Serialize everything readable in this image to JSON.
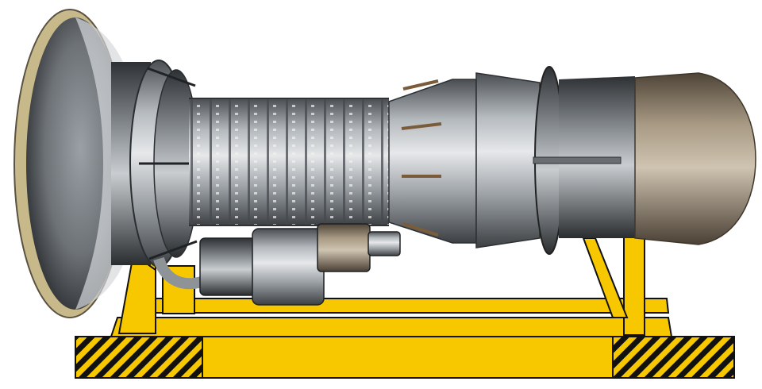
{
  "figure": {
    "colors": {
      "background": "#ffffff",
      "stand_yellow": "#f7c800",
      "stand_outline": "#111111",
      "engine_dark": "#3a3d40",
      "engine_mid": "#8c9196",
      "engine_light": "#d9dcde",
      "exhaust_bronze": "#8a7a62",
      "intake_rim": "#c7b98a"
    },
    "parts": [
      "intake-bell",
      "front-frame",
      "compressor-section",
      "combustor-section",
      "turbine-section",
      "exhaust-nozzle",
      "gearbox",
      "support-stand",
      "base-skid"
    ]
  }
}
